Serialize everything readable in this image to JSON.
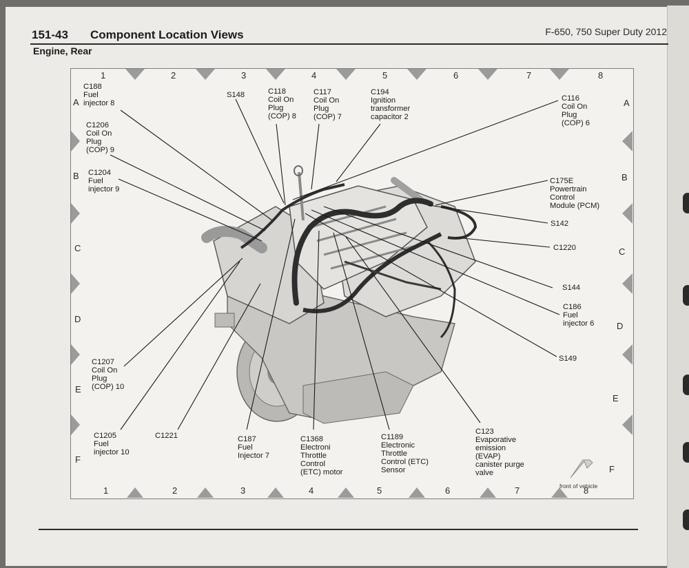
{
  "header": {
    "page_number": "151-43",
    "title": "Component Location Views",
    "model": "F-650, 750 Super Duty 2012"
  },
  "view_title": "Engine, Rear",
  "grid": {
    "columns": [
      "1",
      "2",
      "3",
      "4",
      "5",
      "6",
      "7",
      "8"
    ],
    "rows": [
      "A",
      "B",
      "C",
      "D",
      "E",
      "F"
    ]
  },
  "callouts": [
    {
      "id": "c188",
      "text": "C188\nFuel\ninjector 8"
    },
    {
      "id": "c1206",
      "text": "C1206\nCoil On\nPlug\n(COP) 9"
    },
    {
      "id": "c1204",
      "text": "C1204\nFuel\ninjector 9"
    },
    {
      "id": "s148",
      "text": "S148"
    },
    {
      "id": "c118",
      "text": "C118\nCoil On\nPlug\n(COP) 8"
    },
    {
      "id": "c117",
      "text": "C117\nCoil On\nPlug\n(COP) 7"
    },
    {
      "id": "c194",
      "text": "C194\nIgnition\ntransformer\ncapacitor 2"
    },
    {
      "id": "c116",
      "text": "C116\nCoil On\nPlug\n(COP) 6"
    },
    {
      "id": "c175e",
      "text": "C175E\nPowertrain\nControl\nModule (PCM)"
    },
    {
      "id": "s142",
      "text": "S142"
    },
    {
      "id": "c1220",
      "text": "C1220"
    },
    {
      "id": "s144",
      "text": "S144"
    },
    {
      "id": "c186",
      "text": "C186\nFuel\ninjector 6"
    },
    {
      "id": "s149",
      "text": "S149"
    },
    {
      "id": "c1207",
      "text": "C1207\nCoil On\nPlug\n(COP) 10"
    },
    {
      "id": "c1205",
      "text": "C1205\nFuel\ninjector 10"
    },
    {
      "id": "c1221",
      "text": "C1221"
    },
    {
      "id": "c187",
      "text": "C187\nFuel\nInjector 7"
    },
    {
      "id": "c1368",
      "text": "C1368\nElectroni\nThrottle\nControl\n(ETC) motor"
    },
    {
      "id": "c1189",
      "text": "C1189\nElectronic\nThrottle\nControl (ETC)\nSensor"
    },
    {
      "id": "c123",
      "text": "C123\nEvaporative\nemission\n(EVAP)\ncanister purge\nvalve"
    }
  ],
  "front_of_vehicle": "front of vehicle"
}
